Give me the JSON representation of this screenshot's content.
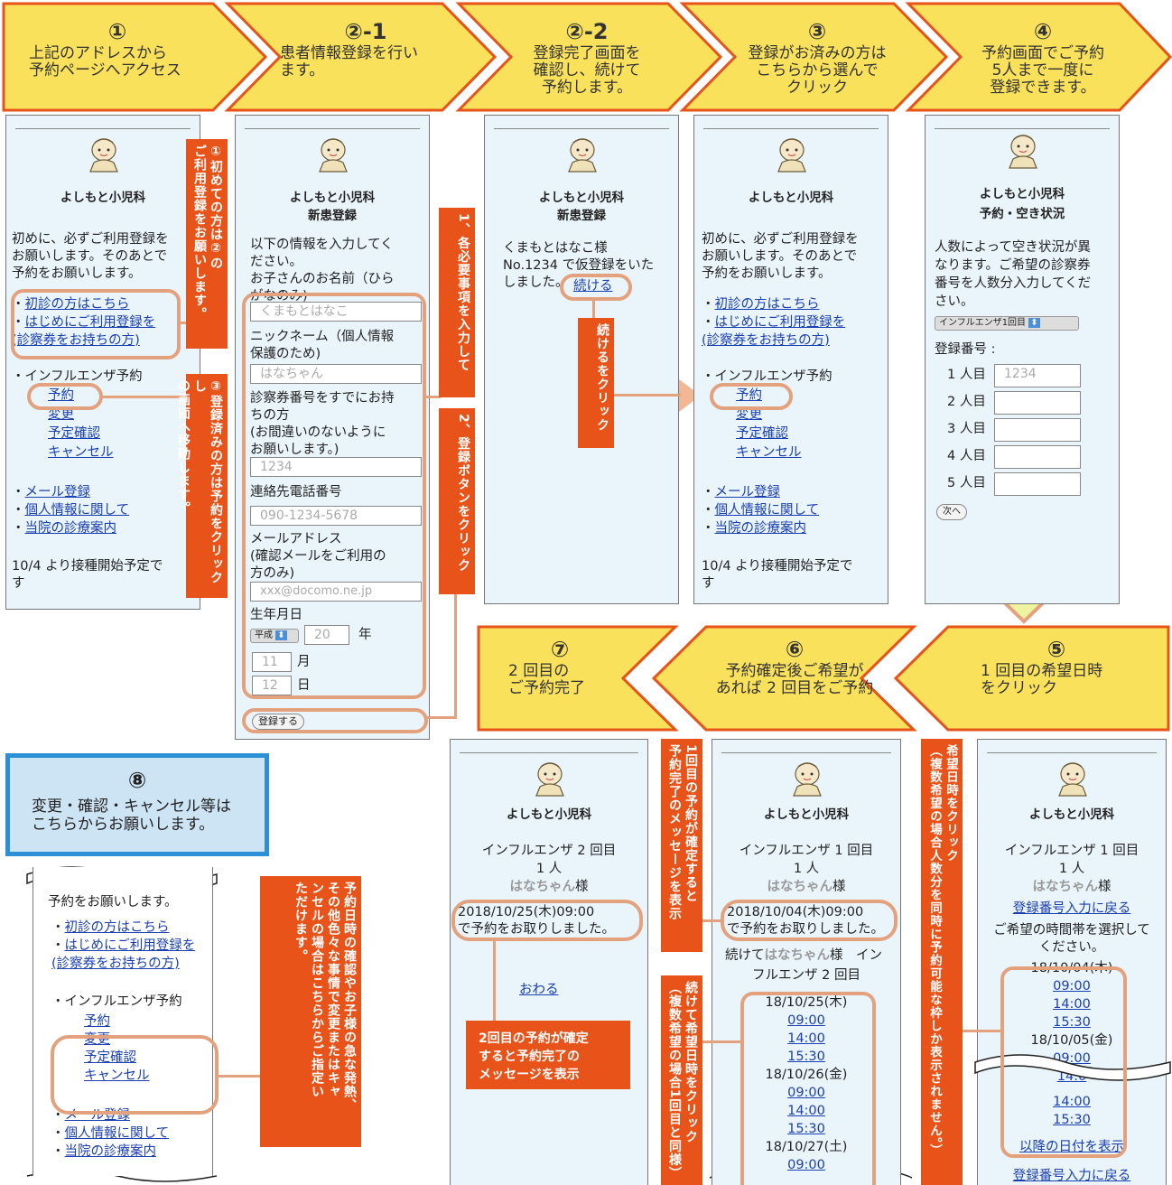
{
  "colors": {
    "arrow_fill": "#f9e15b",
    "arrow_stroke": "#e8531a",
    "tag_bg": "#e8531a",
    "oval": "#e3a27d",
    "box8_border": "#2d8fd5",
    "box8_fill": "#cde4f5",
    "screen_bg": "#eaf4fb"
  },
  "steps": {
    "s1": {
      "num": "①",
      "text": "上記のアドレスから\n予約ページへアクセス"
    },
    "s21": {
      "num": "②-1",
      "text": "患者情報登録を行い\nます。"
    },
    "s22": {
      "num": "②-2",
      "text": "登録完了画面を\n確認し、続けて\n予約します。"
    },
    "s3": {
      "num": "③",
      "text": "登録がお済みの方は\nこちらから選んで\nクリック"
    },
    "s4": {
      "num": "④",
      "text": "予約画面でご予約\n5人まで一度に\n登録できます。"
    },
    "s5": {
      "num": "⑤",
      "text": "1 回目の希望日時\nをクリック"
    },
    "s6": {
      "num": "⑥",
      "text": "予約確定後ご希望が\nあれば 2 回目をご予約"
    },
    "s7": {
      "num": "⑦",
      "text": "2 回目の\nご予約完了"
    },
    "s8": {
      "num": "⑧",
      "text": "変更・確認・キャンセル等は\nこちらからお願いします。"
    }
  },
  "clinic": "よしもと小児科",
  "screen1": {
    "intro": "初めに、必ずご利用登録を\nお願いします。そのあとで\n予約をお願いします。",
    "link_first": "初診の方はこちら",
    "link_register": "はじめにご利用登録を",
    "link_register2": "(診察券をお持ちの方)",
    "flu": "・インフルエンザ予約",
    "reserve": "予約",
    "change": "変更",
    "confirm": "予定確認",
    "cancel": "キャンセル",
    "mail": "メール登録",
    "privacy": "個人情報に関して",
    "guide": "当院の診療案内",
    "note": "10/4 より接種開始予定で\nす"
  },
  "screen2": {
    "subtitle": "新患登録",
    "intro": "以下の情報を入力してく\nださい。\nお子さんのお名前（ひら\nがなのみ)",
    "name_value": "くまもとはなこ",
    "nick_label": "ニックネーム（個人情報\n保護のため)",
    "nick_value": "はなちゃん",
    "card_label": "診察券番号をすでにお持\nちの方\n(お間違いのないように\nお願いします。)",
    "card_value": "1234",
    "tel_label": "連絡先電話番号",
    "tel_value": "090-1234-5678",
    "mail_label": "メールアドレス\n(確認メールをご利用の\n方のみ)",
    "mail_value": "xxx@docomo.ne.jp",
    "dob_label": "生年月日",
    "era": "平成",
    "year": "20",
    "year_unit": "年",
    "month": "11",
    "month_unit": "月",
    "day": "12",
    "day_unit": "日",
    "submit": "登録する"
  },
  "screen3": {
    "subtitle": "新患登録",
    "text": "くまもとはなこ様\nNo.1234 で仮登録をいた\nしました。",
    "continue": "続ける"
  },
  "screen5": {
    "subtitle": "予約・空き状況",
    "intro": "人数によって空き状況が異\nなります。ご希望の診察券\n番号を人数分入力してくだ\nさい。",
    "select": "インフルエンザ1回目",
    "reg_label": "登録番号 :",
    "rows": [
      "1 人目",
      "2 人目",
      "3 人目",
      "4 人目",
      "5 人目"
    ],
    "first_value": "1234",
    "next": "次へ"
  },
  "screen6": {
    "line1": "インフルエンザ 1 回目",
    "line2": "1 人",
    "name": "はなちゃん",
    "sama": "様",
    "back": "登録番号入力に戻る",
    "select_text": "ご希望の時間帯を選択して\nください。",
    "d1": "18/10/04(木)",
    "d2": "18/10/05(金)",
    "t1": "09:00",
    "t2": "14:00",
    "t3": "15:30",
    "t_partial": "14:0",
    "t_partial2": "14:00",
    "more": "以降の日付を表示",
    "back2": "登録番号入力に戻る"
  },
  "screen7": {
    "line1": "インフルエンザ 1 回目",
    "line2": "1 人",
    "name": "はなちゃん",
    "sama": "様",
    "confirm": "2018/10/04(木)09:00\nで予約をお取りしました。",
    "cont_a": "続けて",
    "cont_name": "はなちゃん",
    "cont_b": "様　イン",
    "cont2": "フルエンザ 2 回目",
    "d1": "18/10/25(木)",
    "d2": "18/10/26(金)",
    "d3": "18/10/27(土)",
    "t1": "09:00",
    "t2": "14:00",
    "t3": "15:30"
  },
  "screen8": {
    "line1": "インフルエンザ 2 回目",
    "line2": "1 人",
    "name": "はなちゃん",
    "sama": "様",
    "confirm": "2018/10/25(木)09:00\nで予約をお取りしました。",
    "end": "おわる"
  },
  "screen9": {
    "top": "予約をお願いします。",
    "link_first": "初診の方はこちら",
    "link_register": "はじめにご利用登録を",
    "link_register2": "(診察券をお持ちの方)",
    "flu": "・インフルエンザ予約",
    "reserve": "予約",
    "change": "変更",
    "confirm": "予定確認",
    "cancel": "キャンセル",
    "mail": "メール登録",
    "privacy": "個人情報に関して",
    "guide": "当院の診療案内"
  },
  "tags": {
    "t1": "①初めての方は②の\nご利用登録をお願いします。",
    "t3": "③登録済みの方は予約をクリックし\nの画面へ移動します。",
    "t21": "1、各必要事項を入力して",
    "t22": "2、登録ボタンをクリック",
    "tcont": "続けるをクリック",
    "t5": "希望日時をクリック\n（複数希望の場合人数分を同時に予約可能な枠しか表示されません。）",
    "t6a": "1回目の予約が確定すると\n予約完了のメッセージを表示",
    "t6b": "続けて希望日時をクリック\n（複数希望の場合1回目と同様）",
    "t7": "2回目の予約が確定\nすると予約完了の\nメッセージを表示",
    "t8": "予約日時の確認やお子様の急な発熱、\nその他色々な事情で変更またはキャ\nンセルの場合はこちらからご指定い\nただけます。"
  }
}
